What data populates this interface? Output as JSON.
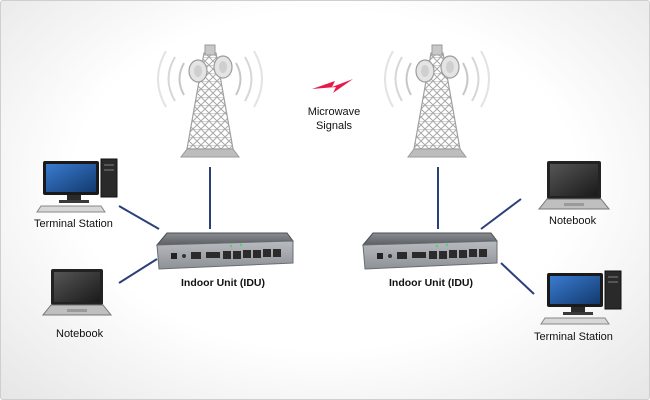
{
  "labels": {
    "left_pc": "Terminal Station",
    "left_notebook": "Notebook",
    "left_idu": "Indoor Unit (IDU)",
    "right_notebook": "Notebook",
    "right_idu": "Indoor Unit (IDU)",
    "right_pc": "Terminal Station",
    "signal_line1": "Microwave",
    "signal_line2": "Signals"
  },
  "colors": {
    "link_line": "#2b3f7a",
    "signal_bolt": "#e8194a",
    "tower": "#b9b9b9",
    "device_body": "#5a5d62",
    "screen": "#1f4f8f"
  }
}
